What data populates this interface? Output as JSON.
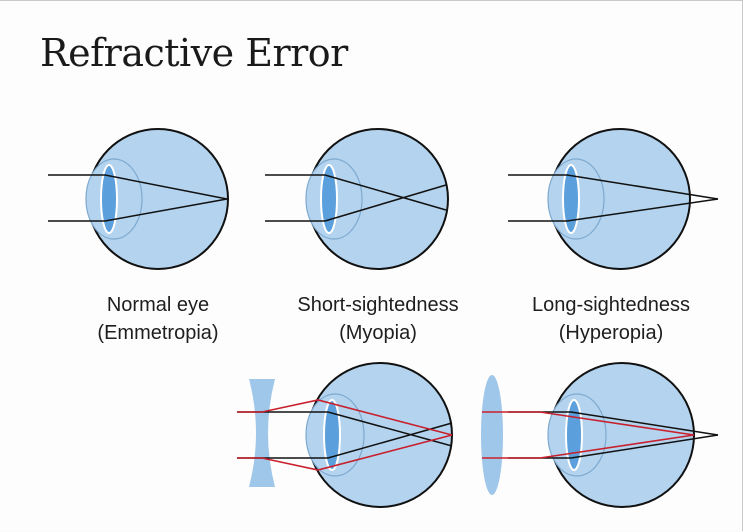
{
  "title": "Refractive Error",
  "eyes": [
    {
      "name": "Normal eye",
      "alt_name": "(Emmetropia)"
    },
    {
      "name": "Short-sightedness",
      "alt_name": "(Myopia)"
    },
    {
      "name": "Long-sightedness",
      "alt_name": "(Hyperopia)"
    }
  ],
  "colors": {
    "eyeball": "#b3d3ee",
    "lens": "#5b9fdc",
    "lens_outline": "#ffffff",
    "ray": "#111111",
    "corrected_ray": "#c8202c",
    "corrective_lens": "#9fc7ea"
  }
}
